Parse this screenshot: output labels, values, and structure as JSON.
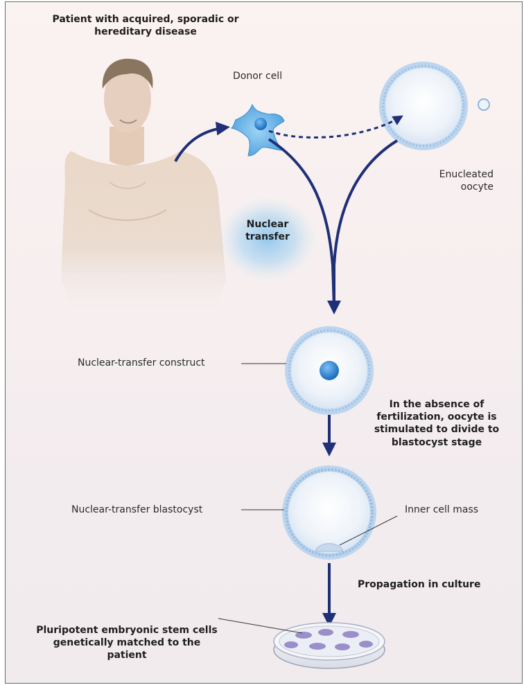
{
  "labels": {
    "patient": "Patient with acquired, sporadic or hereditary disease",
    "donor_cell": "Donor cell",
    "enucleated_oocyte": "Enucleated oocyte",
    "nuclear_transfer": "Nuclear transfer",
    "construct": "Nuclear-transfer construct",
    "stimulation": "In the absence of fertilization, oocyte is stimulated to divide to blastocyst stage",
    "blastocyst": "Nuclear-transfer blastocyst",
    "inner_cell_mass": "Inner cell mass",
    "propagation": "Propagation in culture",
    "stem_cells": "Pluripotent embryonic stem cells genetically matched to the patient"
  },
  "colors": {
    "arrow": "#1f2f78",
    "oocyte_ring": "#9bbfe0",
    "nucleus": "#2f86d6",
    "glow": "#8fc6ee",
    "colony": "#9a8fc8"
  }
}
